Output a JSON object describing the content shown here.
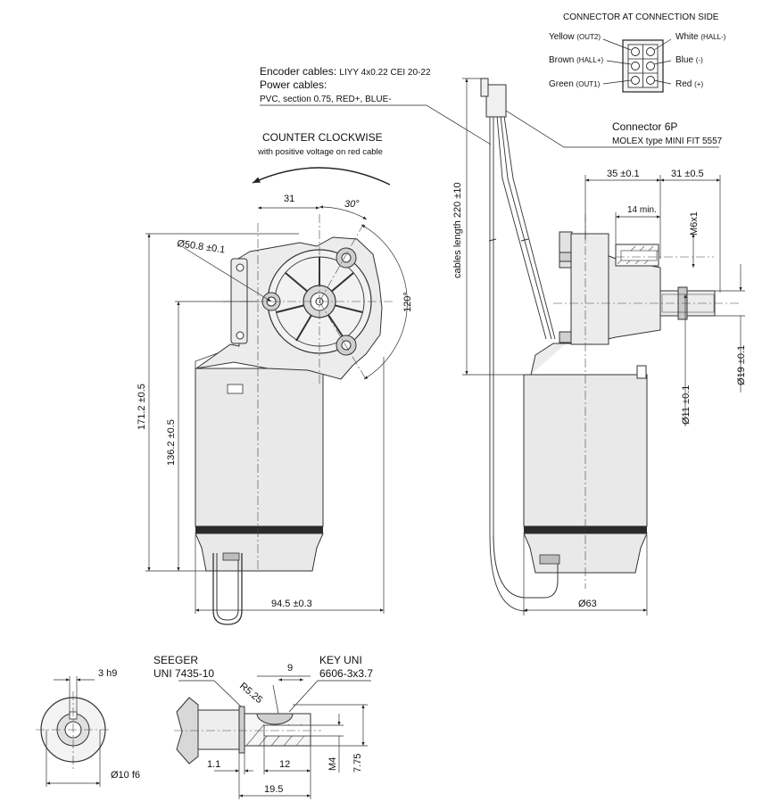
{
  "connector_side": {
    "title": "CONNECTOR AT CONNECTION SIDE",
    "yellow": "Yellow",
    "yellow_sub": "(OUT2)",
    "white": "White",
    "white_sub": "(HALL-)",
    "brown": "Brown",
    "brown_sub": "(HALL+)",
    "blue": "Blue",
    "blue_sub": "(-)",
    "green": "Green",
    "green_sub": "(OUT1)",
    "red": "Red",
    "red_sub": "(+)"
  },
  "cables": {
    "encoder_label": "Encoder cables:",
    "encoder_spec": "LIYY 4x0.22 CEI 20-22",
    "power_label": "Power cables:",
    "power_spec": "PVC, section 0.75, RED+, BLUE-"
  },
  "connector": {
    "name": "Connector 6P",
    "type": "MOLEX type MINI FIT 5557"
  },
  "rotation": {
    "title": "COUNTER CLOCKWISE",
    "subtitle": "with positive voltage on red cable"
  },
  "front_view": {
    "dim_31": "31",
    "angle_30": "30°",
    "angle_120": "120°",
    "dia_50_8": "Ø50.8 ±0.1",
    "h_171_2": "171.2 ±0.5",
    "h_136_2": "136.2 ±0.5",
    "w_94_5": "94.5 ±0.3"
  },
  "side_view": {
    "cable_length": "cables length  220 ±10",
    "d35": "35 ±0.1",
    "d31": "31 ±0.5",
    "d14": "14 min.",
    "m6": "M6x1",
    "d19": "Ø19 ±0.1",
    "d11": "Ø11 ±0.1",
    "d63": "Ø63"
  },
  "shaft_detail": {
    "d3h9": "3 h9",
    "d10f6": "Ø10 f6",
    "seeger1": "SEEGER",
    "seeger2": "UNI 7435-10",
    "r525": "R5.25",
    "d9": "9",
    "key1": "KEY UNI",
    "key2": "6606-3x3.7",
    "d11": "1.1",
    "d12": "12",
    "m4": "M4",
    "d775": "7.75",
    "d195": "19.5"
  }
}
